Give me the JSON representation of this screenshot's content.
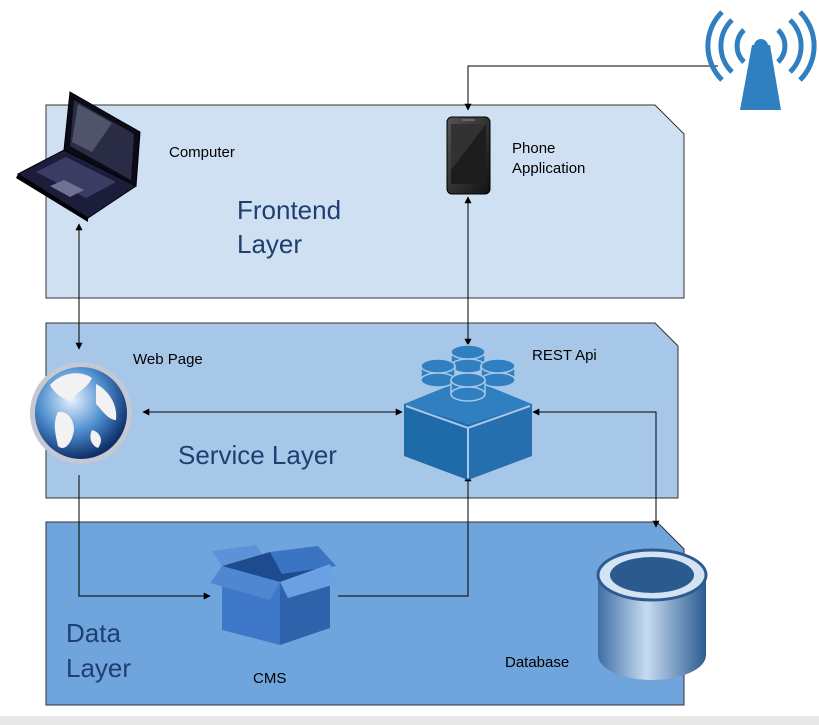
{
  "layers": {
    "frontend": {
      "title_line1": "Frontend",
      "title_line2": "Layer",
      "fill": "#cfe0f2"
    },
    "service": {
      "title": "Service Layer",
      "fill": "#a7c7e8"
    },
    "data": {
      "title_line1": "Data",
      "title_line2": "Layer",
      "fill": "#6fa5dc"
    }
  },
  "nodes": {
    "computer": {
      "label": "Computer",
      "icon": "laptop-icon"
    },
    "phone": {
      "label_line1": "Phone",
      "label_line2": "Application",
      "icon": "smartphone-icon"
    },
    "web_page": {
      "label": "Web Page",
      "icon": "globe-icon"
    },
    "rest_api": {
      "label": "REST Api",
      "icon": "building-block-icon"
    },
    "cms": {
      "label": "CMS",
      "icon": "open-box-icon"
    },
    "database": {
      "label": "Database",
      "icon": "database-cylinder-icon"
    },
    "antenna": {
      "icon": "wireless-antenna-icon"
    }
  },
  "colors": {
    "title_text": "#1f3f72",
    "layer_border": "#333333",
    "accent_blue": "#2f7fc1"
  }
}
